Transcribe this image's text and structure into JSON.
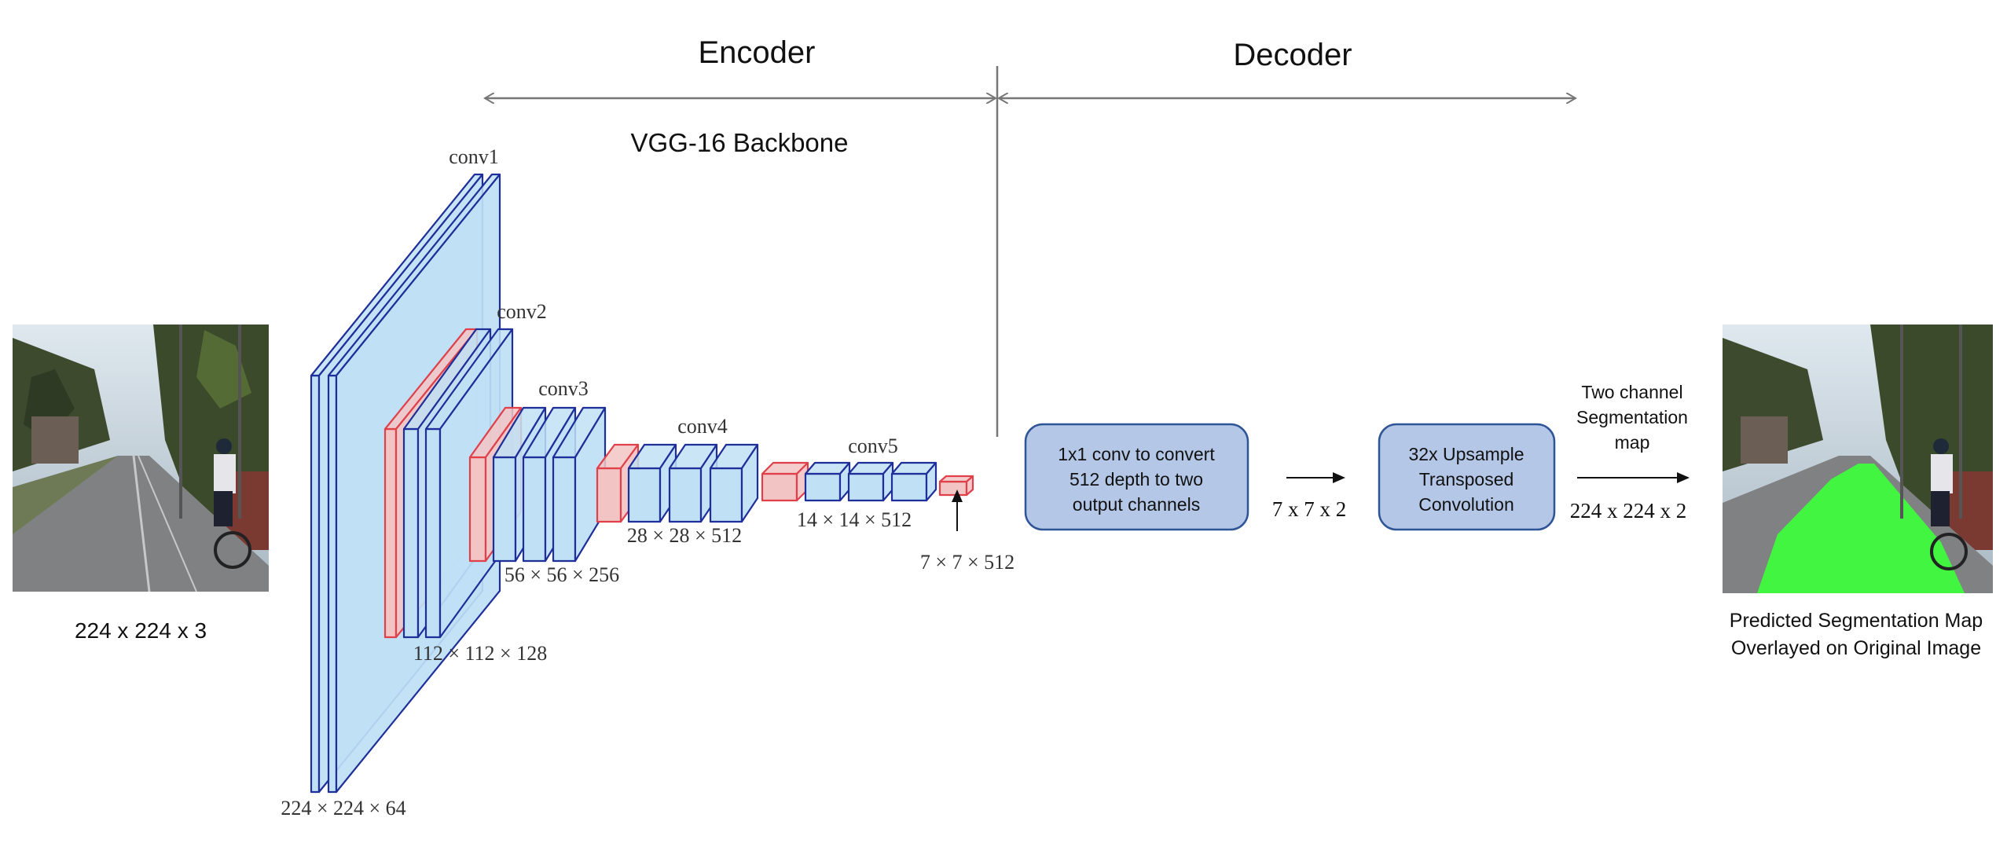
{
  "header": {
    "encoder_label": "Encoder",
    "decoder_label": "Decoder",
    "backbone_label": "VGG-16 Backbone"
  },
  "input": {
    "size_label": "224 x 224 x 3"
  },
  "encoder_layers": {
    "conv1": {
      "name": "conv1",
      "dims": "224 × 224 × 64"
    },
    "conv2": {
      "name": "conv2",
      "dims": "112 × 112 × 128"
    },
    "conv3": {
      "name": "conv3",
      "dims": "56 × 56 × 256"
    },
    "conv4": {
      "name": "conv4",
      "dims": "28 × 28 × 512"
    },
    "conv5": {
      "name": "conv5",
      "dims": "14 × 14 × 512"
    },
    "final": {
      "dims": "7 × 7 × 512"
    }
  },
  "decoder": {
    "conv1x1": {
      "lines": [
        "1x1 conv to convert",
        "512 depth to two",
        "output channels"
      ]
    },
    "mid_dims": "7 x 7 x 2",
    "upsample": {
      "lines": [
        "32x Upsample",
        "Transposed",
        "Convolution"
      ]
    },
    "output_caption": [
      "Two channel",
      "Segmentation",
      "map"
    ],
    "output_dims": "224 x 224 x 2"
  },
  "output": {
    "caption_lines": [
      "Predicted Segmentation Map",
      "Overlayed on Original Image"
    ]
  },
  "colors": {
    "conv_fill": "#bfe0f5",
    "conv_stroke": "#1f2f9a",
    "pool_fill": "#f2c4c4",
    "pool_stroke": "#e0404a",
    "decoder_box_fill": "#b4c7e7",
    "decoder_box_stroke": "#2f5597",
    "segmentation_green": "#3cff3c"
  },
  "icons": {
    "input_image": "street-scene-photo",
    "output_image": "street-scene-segmentation-overlay"
  }
}
